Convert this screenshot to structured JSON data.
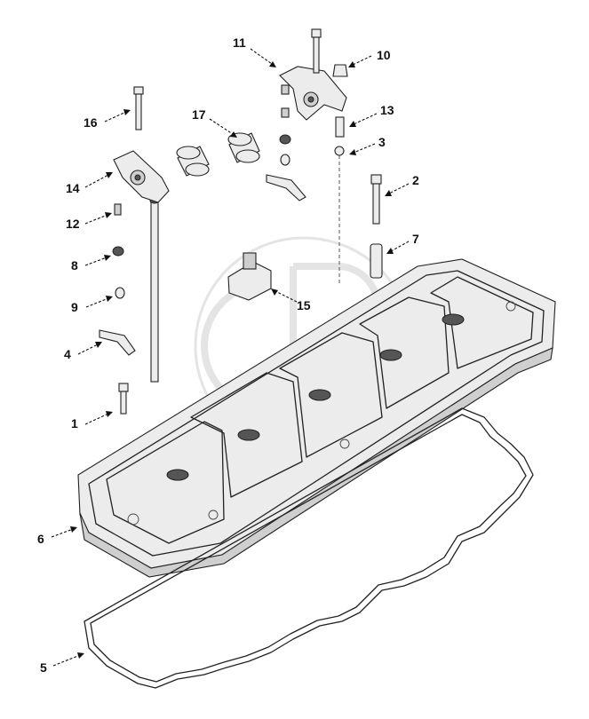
{
  "callouts": [
    {
      "id": "1",
      "text": "1"
    },
    {
      "id": "2",
      "text": "2"
    },
    {
      "id": "3",
      "text": "3"
    },
    {
      "id": "4",
      "text": "4"
    },
    {
      "id": "5",
      "text": "5"
    },
    {
      "id": "6",
      "text": "6"
    },
    {
      "id": "7",
      "text": "7"
    },
    {
      "id": "8",
      "text": "8"
    },
    {
      "id": "9",
      "text": "9"
    },
    {
      "id": "10",
      "text": "10"
    },
    {
      "id": "11",
      "text": "11"
    },
    {
      "id": "12",
      "text": "12"
    },
    {
      "id": "13",
      "text": "13"
    },
    {
      "id": "14",
      "text": "14"
    },
    {
      "id": "15",
      "text": "15"
    },
    {
      "id": "16",
      "text": "16"
    },
    {
      "id": "17",
      "text": "17"
    }
  ],
  "watermark": {
    "color": "#d9d9d9"
  },
  "colors": {
    "line": "#222222",
    "shade": "#cfcfcf",
    "background": "#ffffff"
  }
}
